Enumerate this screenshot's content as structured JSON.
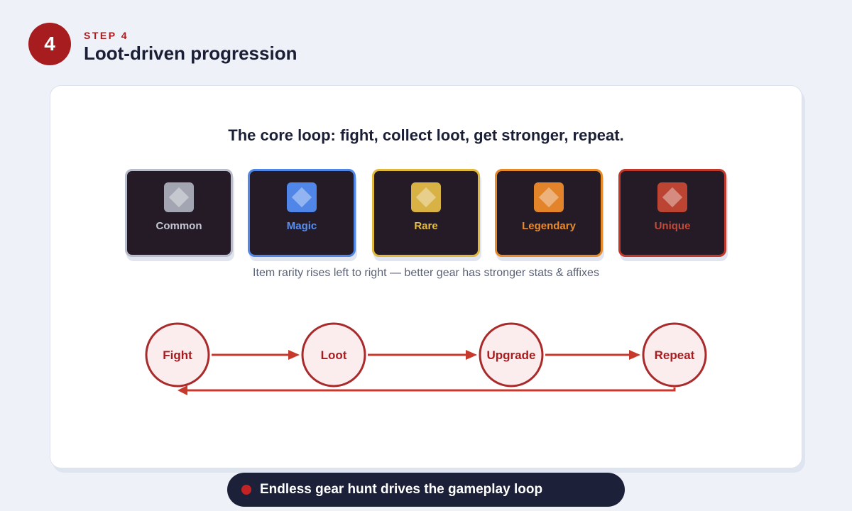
{
  "header": {
    "step_number": "4",
    "step_label": "STEP 4",
    "title": "Loot-driven progression"
  },
  "card": {
    "heading": "The core loop: fight, collect loot, get stronger, repeat.",
    "tiers": [
      {
        "label": "Common",
        "border": "#b8bccb",
        "gem": "#a3a6b2",
        "text": "#c4c7d3"
      },
      {
        "label": "Magic",
        "border": "#4f86e8",
        "gem": "#4f86e8",
        "text": "#5b8ff0"
      },
      {
        "label": "Rare",
        "border": "#e0b83a",
        "gem": "#d8b244",
        "text": "#e5bd45"
      },
      {
        "label": "Legendary",
        "border": "#e88a28",
        "gem": "#e3842a",
        "text": "#e88a2e"
      },
      {
        "label": "Unique",
        "border": "#c0392b",
        "gem": "#bb4433",
        "text": "#c24a38"
      }
    ],
    "caption": "Item rarity rises left to right — better gear has stronger stats & affixes",
    "loop_nodes": [
      "Fight",
      "Loot",
      "Upgrade",
      "Repeat"
    ]
  },
  "footer": {
    "text": "Endless gear hunt drives the gameplay loop"
  },
  "colors": {
    "accent": "#a71d1f",
    "loop_stroke": "#a82a2a",
    "loop_fill": "#fbeced",
    "arrow": "#c8392d",
    "navy": "#1c2038"
  }
}
